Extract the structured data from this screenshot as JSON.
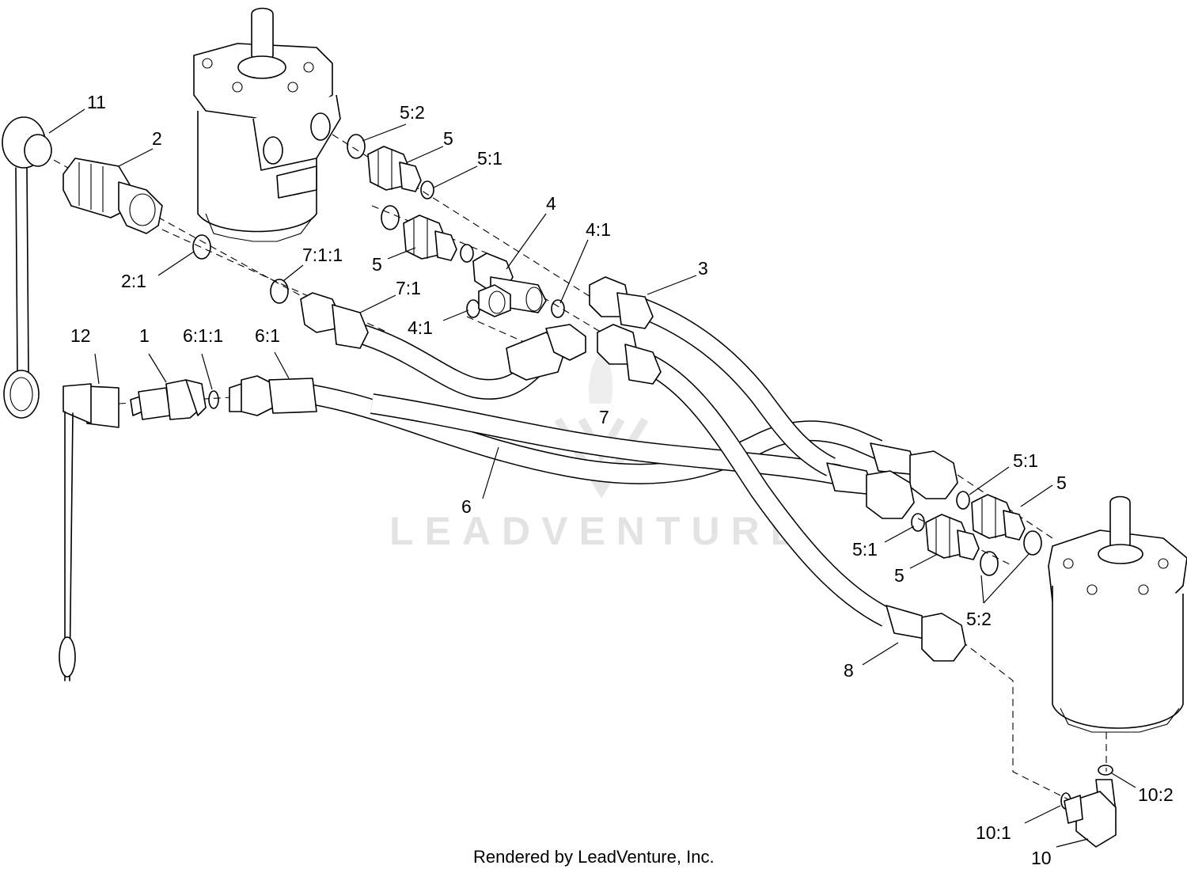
{
  "diagram": {
    "watermark": "LEADVENTURE",
    "footer": "Rendered by LeadVenture, Inc.",
    "callouts": [
      {
        "id": "c11",
        "text": "11"
      },
      {
        "id": "c2",
        "text": "2"
      },
      {
        "id": "c5-2-top",
        "text": "5:2"
      },
      {
        "id": "c5-top",
        "text": "5"
      },
      {
        "id": "c5-1-top",
        "text": "5:1"
      },
      {
        "id": "c4",
        "text": "4"
      },
      {
        "id": "c4-1-a",
        "text": "4:1"
      },
      {
        "id": "c3",
        "text": "3"
      },
      {
        "id": "c7-1-1",
        "text": "7:1:1"
      },
      {
        "id": "c5-mid",
        "text": "5"
      },
      {
        "id": "c2-1",
        "text": "2:1"
      },
      {
        "id": "c7-1",
        "text": "7:1"
      },
      {
        "id": "c4-1-b",
        "text": "4:1"
      },
      {
        "id": "c12",
        "text": "12"
      },
      {
        "id": "c1",
        "text": "1"
      },
      {
        "id": "c6-1-1",
        "text": "6:1:1"
      },
      {
        "id": "c6-1",
        "text": "6:1"
      },
      {
        "id": "c7",
        "text": "7"
      },
      {
        "id": "c6",
        "text": "6"
      },
      {
        "id": "c5-1-r1",
        "text": "5:1"
      },
      {
        "id": "c5-r1",
        "text": "5"
      },
      {
        "id": "c5-1-r2",
        "text": "5:1"
      },
      {
        "id": "c5-r2",
        "text": "5"
      },
      {
        "id": "c5-2-r",
        "text": "5:2"
      },
      {
        "id": "c8",
        "text": "8"
      },
      {
        "id": "c10-2",
        "text": "10:2"
      },
      {
        "id": "c10-1",
        "text": "10:1"
      },
      {
        "id": "c10",
        "text": "10"
      }
    ]
  }
}
